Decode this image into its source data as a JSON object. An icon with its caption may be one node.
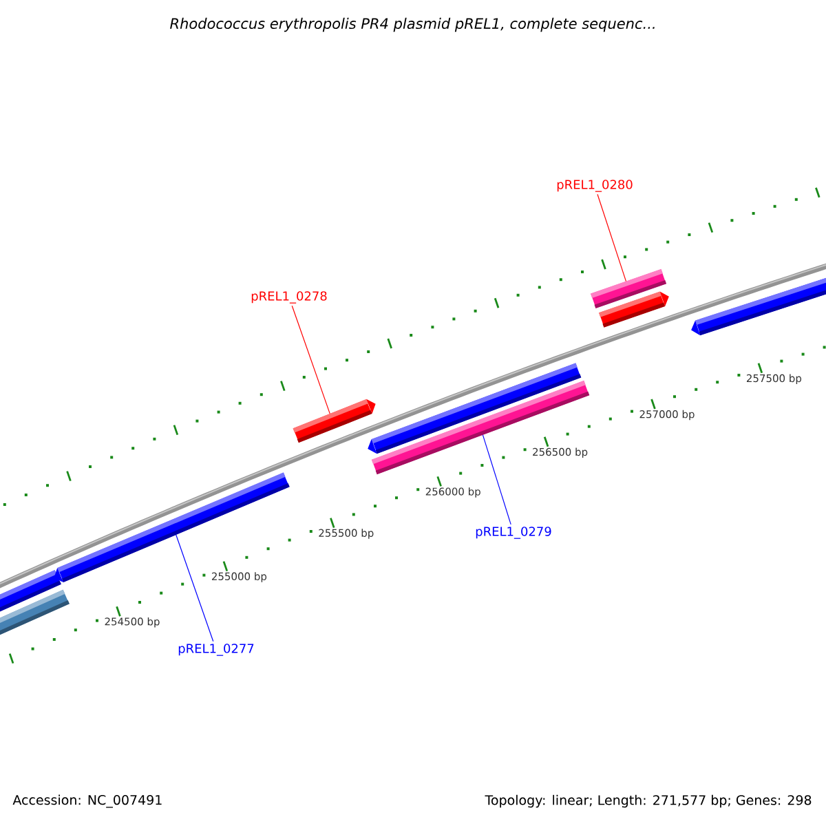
{
  "diagram": {
    "title": "Rhodococcus erythropolis PR4 plasmid pREL1, complete sequenc...",
    "nodes": [
      {
        "text": [
          "pREL1_0280"
        ]
      },
      {
        "text": [
          "pREL1_0278"
        ]
      },
      {
        "text": [
          "pREL1_0279"
        ]
      },
      {
        "text": [
          "pREL1_0277"
        ]
      },
      {
        "text": [],
        "shape": "bar"
      },
      {
        "text": [],
        "shape": "bar"
      },
      {
        "text": [],
        "shape": "bar"
      },
      {
        "text": [],
        "shape": "bar"
      },
      {
        "text": [],
        "shape": "bar"
      },
      {
        "text": [],
        "shape": "bar"
      },
      {
        "text": [],
        "shape": "bar"
      },
      {
        "text": [],
        "shape": "bar"
      },
      {
        "text": [],
        "shape": "bar"
      }
    ],
    "edges": [
      {
        "from": 0,
        "to": 10,
        "arrow": "none",
        "color": "#ff0000"
      },
      {
        "from": 1,
        "to": 7,
        "arrow": "none",
        "color": "#ff0000"
      },
      {
        "from": 2,
        "to": 9,
        "arrow": "none",
        "color": "#0000ff"
      },
      {
        "from": 3,
        "to": 6,
        "arrow": "none",
        "color": "#0000ff"
      }
    ],
    "labels": [
      "254500 bp",
      "255000 bp",
      "255500 bp",
      "256000 bp",
      "256500 bp",
      "257000 bp",
      "257500 bp",
      "Accession: NC_007491",
      "Topology: linear; Length: 271,577 bp; Genes: 298"
    ]
  }
}
